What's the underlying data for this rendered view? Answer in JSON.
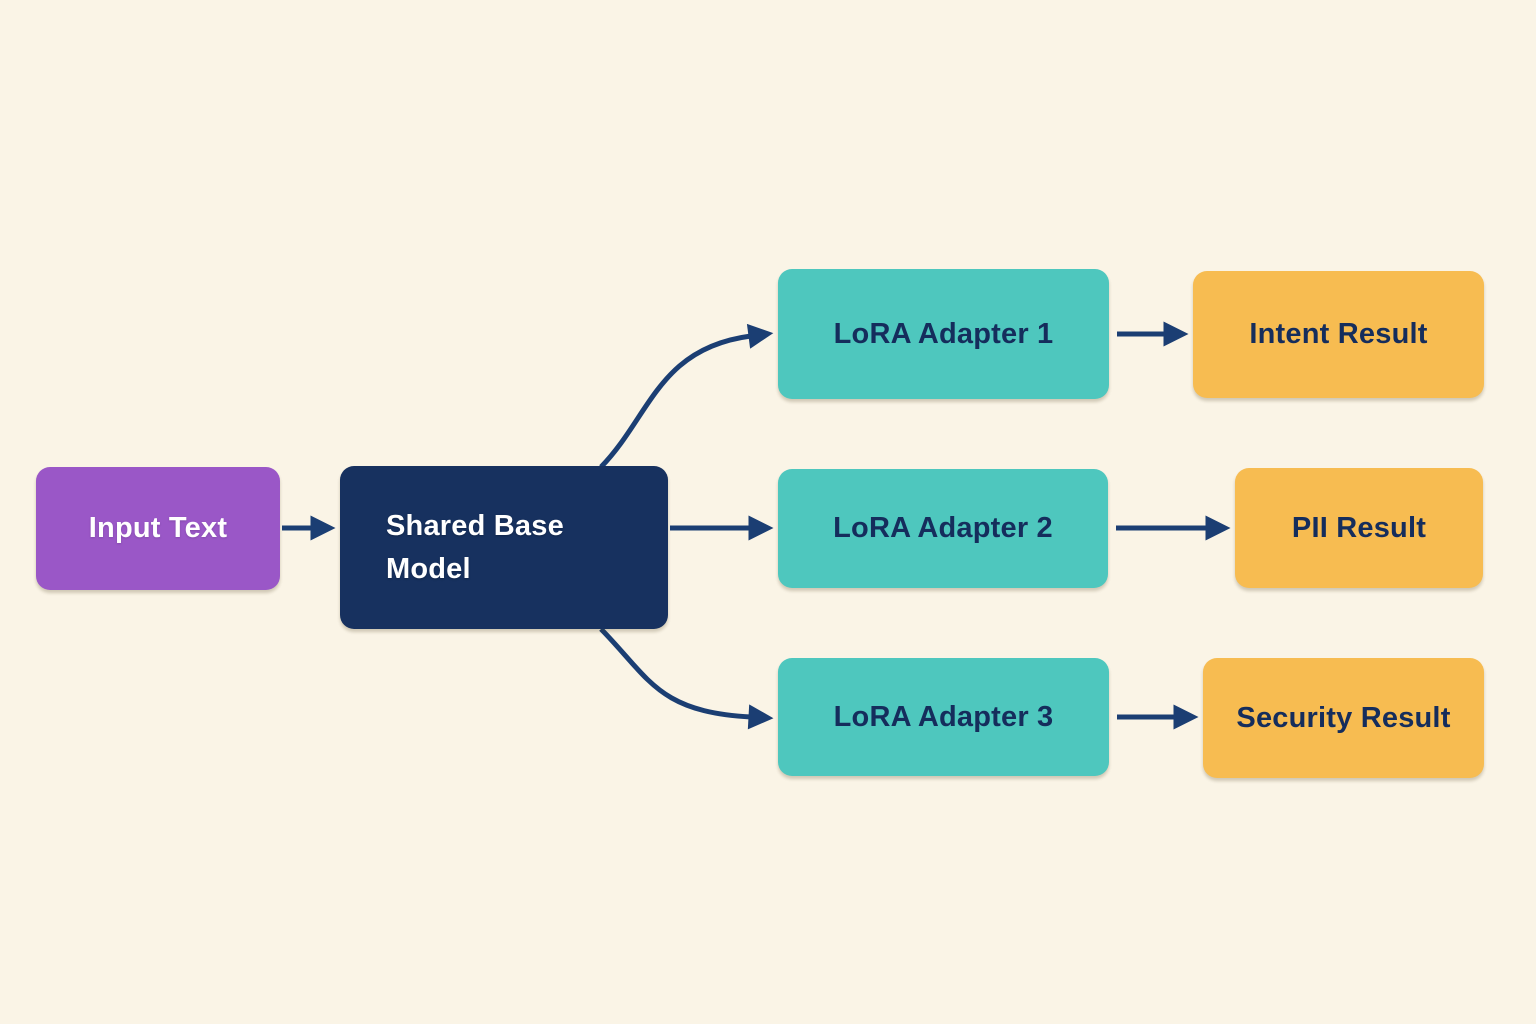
{
  "diagram": {
    "nodes": {
      "input_text": {
        "label": "Input Text",
        "fill": "#9a57c7",
        "text_color": "#ffffff"
      },
      "shared_base_model": {
        "label": "Shared Base Model",
        "fill": "#17315f",
        "text_color": "#ffffff"
      },
      "lora_adapter_1": {
        "label": "LoRA Adapter 1",
        "fill": "#4ec7be",
        "text_color": "#152d5c"
      },
      "lora_adapter_2": {
        "label": "LoRA Adapter 2",
        "fill": "#4ec7be",
        "text_color": "#152d5c"
      },
      "lora_adapter_3": {
        "label": "LoRA Adapter 3",
        "fill": "#4ec7be",
        "text_color": "#152d5c"
      },
      "intent_result": {
        "label": "Intent Result",
        "fill": "#f7bc51",
        "text_color": "#152d5c"
      },
      "pii_result": {
        "label": "PII Result",
        "fill": "#f7bc51",
        "text_color": "#152d5c"
      },
      "security_result": {
        "label": "Security Result",
        "fill": "#f7bc51",
        "text_color": "#152d5c"
      }
    },
    "edges": [
      {
        "from": "Input Text",
        "to": "Shared Base Model"
      },
      {
        "from": "Shared Base Model",
        "to": "LoRA Adapter 1"
      },
      {
        "from": "Shared Base Model",
        "to": "LoRA Adapter 2"
      },
      {
        "from": "Shared Base Model",
        "to": "LoRA Adapter 3"
      },
      {
        "from": "LoRA Adapter 1",
        "to": "Intent Result"
      },
      {
        "from": "LoRA Adapter 2",
        "to": "PII Result"
      },
      {
        "from": "LoRA Adapter 3",
        "to": "Security Result"
      }
    ],
    "colors": {
      "background": "#faf4e6",
      "arrow": "#1b3e73"
    }
  }
}
